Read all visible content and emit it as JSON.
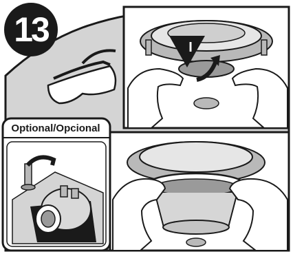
{
  "step": {
    "number": "13"
  },
  "optional_panel": {
    "label": "Optional/Opcional"
  },
  "rotation_arrow": {
    "mark": "I"
  },
  "icons": {
    "safety_glasses": "safety-glasses-icon",
    "faucet_sink": "faucet-sink-icon",
    "disposal_unit": "disposal-unit-icon",
    "flange": "sink-flange-icon",
    "hands": "hands-icon",
    "rotate": "rotate-arrow-icon"
  },
  "colors": {
    "ink": "#1a1a1a",
    "panel_gray": "#d4d4d4",
    "metal_gray": "#b9b9b9",
    "white": "#ffffff"
  }
}
